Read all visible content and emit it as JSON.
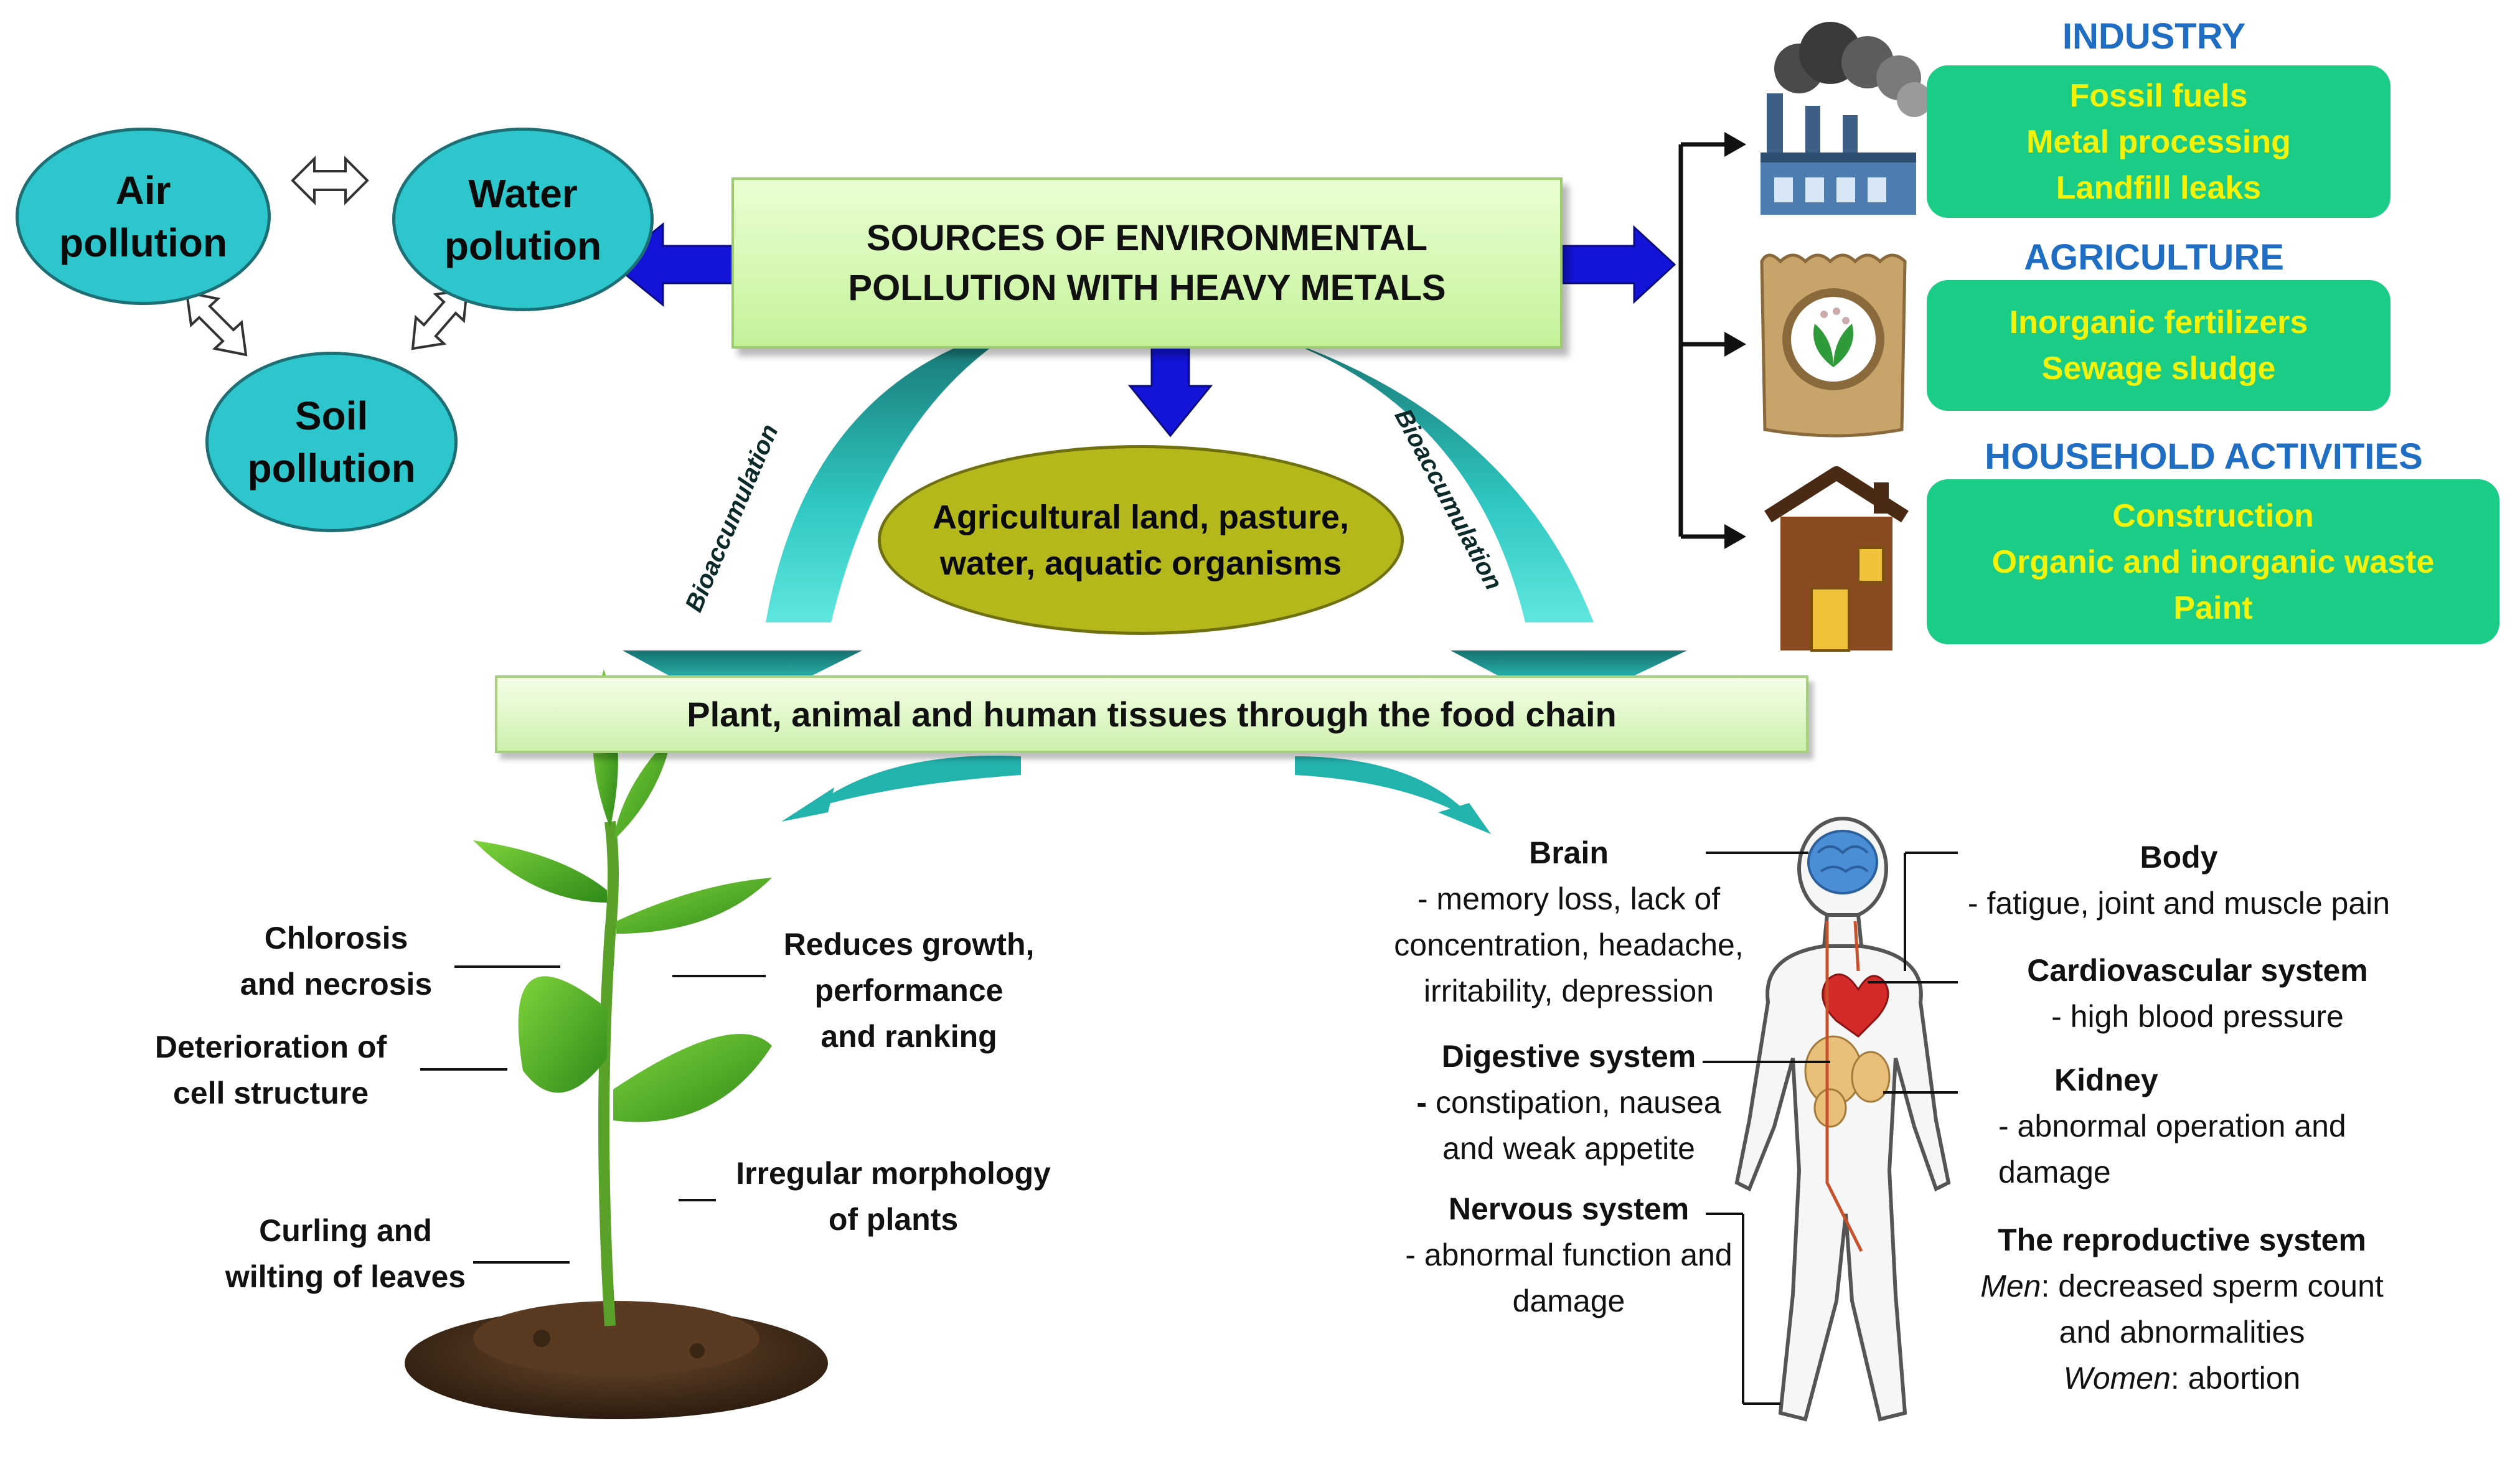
{
  "pollution_triad": {
    "air": "Air\npollution",
    "water": "Water\npolution",
    "soil": "Soil\npollution"
  },
  "main_title": "SOURCES OF ENVIRONMENTAL\nPOLLUTION WITH HEAVY METALS",
  "olive_ellipse": "Agricultural land, pasture,\nwater, aquatic organisms",
  "bioaccumulation_label": "Bioaccumulation",
  "food_chain": "Plant, animal and human tissues through the food chain",
  "sources": {
    "industry": {
      "title": "INDUSTRY",
      "items": [
        "Fossil fuels",
        "Metal processing",
        "Landfill leaks"
      ]
    },
    "agriculture": {
      "title": "AGRICULTURE",
      "items": [
        "Inorganic fertilizers",
        "Sewage sludge"
      ]
    },
    "household": {
      "title": "HOUSEHOLD ACTIVITIES",
      "items": [
        "Construction",
        "Organic and inorganic waste",
        "Paint"
      ]
    }
  },
  "plant_effects": {
    "chlorosis": "Chlorosis\nand necrosis",
    "deterioration": "Deterioration of\ncell structure",
    "curling": "Curling and\nwilting of leaves",
    "reduces": "Reduces growth,\nperformance\nand ranking",
    "irregular": "Irregular morphology\nof plants"
  },
  "human_effects": {
    "brain": {
      "title": "Brain",
      "text": "- memory loss, lack of\nconcentration, headache,\nirritability, depression"
    },
    "digestive": {
      "title": "Digestive system",
      "dash": "-",
      "text": " constipation, nausea\nand weak appetite"
    },
    "nervous": {
      "title": "Nervous system",
      "text": "- abnormal function and\ndamage"
    },
    "body": {
      "title": "Body",
      "text": "- fatigue, joint and muscle pain"
    },
    "cardio": {
      "title": "Cardiovascular system",
      "text": "- high blood pressure"
    },
    "kidney": {
      "title": "Kidney",
      "text": "- abnormal operation and\ndamage"
    },
    "reproductive": {
      "title": "The reproductive system",
      "men_label": "Men",
      "men_text": ": decreased sperm count\nand abnormalities",
      "women_label": "Women",
      "women_text": ": abortion"
    }
  },
  "colors": {
    "teal_ellipse": "#2cc6cc",
    "green_box": "#1bcc86",
    "yellow_text": "#f2f20a",
    "blue_heading": "#1f6ec4",
    "blue_arrow": "#1414d8",
    "olive": "#b5b81a"
  }
}
